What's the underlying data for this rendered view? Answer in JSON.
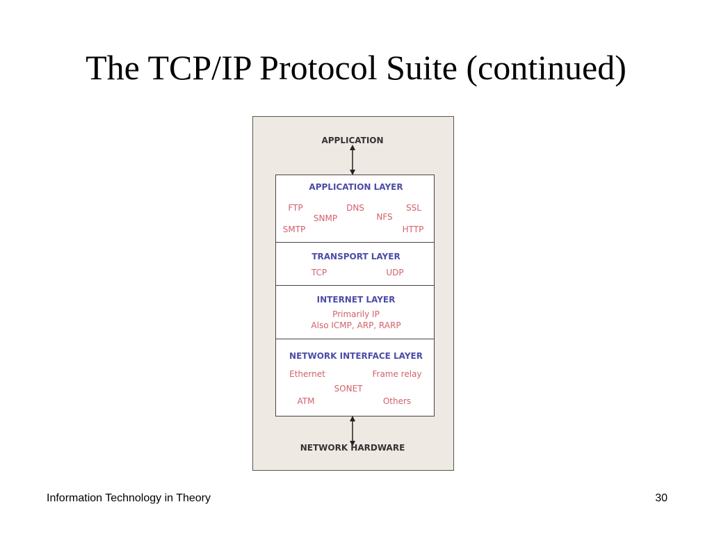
{
  "slide": {
    "title": "The TCP/IP Protocol Suite (continued)",
    "footer_left": "Information Technology in Theory",
    "page_number": "30"
  },
  "diagram": {
    "top_label": "APPLICATION",
    "bottom_label": "NETWORK HARDWARE",
    "layers": [
      {
        "name": "APPLICATION LAYER",
        "protocols": [
          "FTP",
          "SNMP",
          "DNS",
          "NFS",
          "SSL",
          "SMTP",
          "HTTP"
        ]
      },
      {
        "name": "TRANSPORT LAYER",
        "protocols": [
          "TCP",
          "UDP"
        ]
      },
      {
        "name": "INTERNET LAYER",
        "protocols": [
          "Primarily IP",
          "Also ICMP, ARP, RARP"
        ]
      },
      {
        "name": "NETWORK INTERFACE LAYER",
        "protocols": [
          "Ethernet",
          "Frame relay",
          "SONET",
          "ATM",
          "Others"
        ]
      }
    ],
    "colors": {
      "background": "#efe9e3",
      "layer_title": "#4c4ca8",
      "protocol": "#d2606a"
    }
  }
}
